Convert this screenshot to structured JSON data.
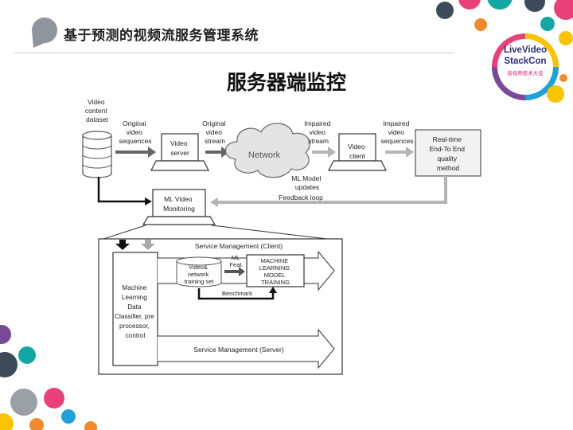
{
  "slide": {
    "title": "基于预测的视频流服务管理系统",
    "subtitle": "服务器端监控"
  },
  "logo": {
    "line1": "LiveVideo",
    "line2": "StackCon",
    "line3": "音视频技术大会"
  },
  "diagram": {
    "dataset_label": [
      "Video",
      "content",
      "dataset"
    ],
    "original_sequences_label": [
      "Original",
      "video",
      "sequences"
    ],
    "video_server": [
      "Video",
      "server"
    ],
    "original_stream_label": [
      "Original",
      "video",
      "stream"
    ],
    "network": "Network",
    "impaired_stream_label": [
      "Impaired",
      "video",
      "stream"
    ],
    "video_client": [
      "Video",
      "client"
    ],
    "impaired_sequences_label": [
      "Impaired",
      "video",
      "sequences"
    ],
    "quality_method": [
      "Real-time",
      "End-To End",
      "quality",
      "method"
    ],
    "ml_model_updates": [
      "ML Model",
      "updates"
    ],
    "feedback_loop": "Feedback loop",
    "ml_monitoring": [
      "ML Video",
      "Monitoring"
    ],
    "classifier": [
      "Machine",
      "Learning",
      "Data",
      "Classifier, pre",
      "processor,",
      "control"
    ],
    "service_client": "Service Management (Client)",
    "training_set": [
      "Video&",
      "network",
      "training set"
    ],
    "ml_feat": [
      "ML",
      "Feat."
    ],
    "ml_training": [
      "MACHINE",
      "LEARNING",
      "MODEL",
      "TRAINING"
    ],
    "benchmark": "Benchmark",
    "service_server": "Service Management (Server)"
  },
  "colors": {
    "teal": "#14a6a3",
    "orange": "#f08a2c",
    "pink": "#e8417a",
    "dark_slate": "#3c4a5a",
    "yellow": "#f6c400",
    "purple": "#7a4a97",
    "gray": "#9aa0a6",
    "light_blue": "#1fa0d8",
    "logo_navy": "#2a2f75"
  }
}
